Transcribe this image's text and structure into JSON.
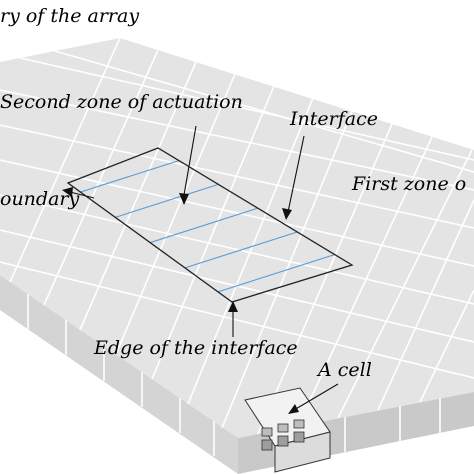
{
  "labels": {
    "boundary_array": "ry of the array",
    "second_zone": "Second zone of actuation",
    "interface": "Interface",
    "first_zone": "First zone o",
    "boundary": "oundary",
    "edge_interface": "Edge of the interface",
    "cell": "A cell"
  },
  "colors": {
    "top_face": "#e4e4e4",
    "front_face": "#d2d2d2",
    "side_face": "#c8c8c8",
    "grid_line": "#ffffff",
    "hatch": "#5b9bd5",
    "outline": "#222222"
  }
}
